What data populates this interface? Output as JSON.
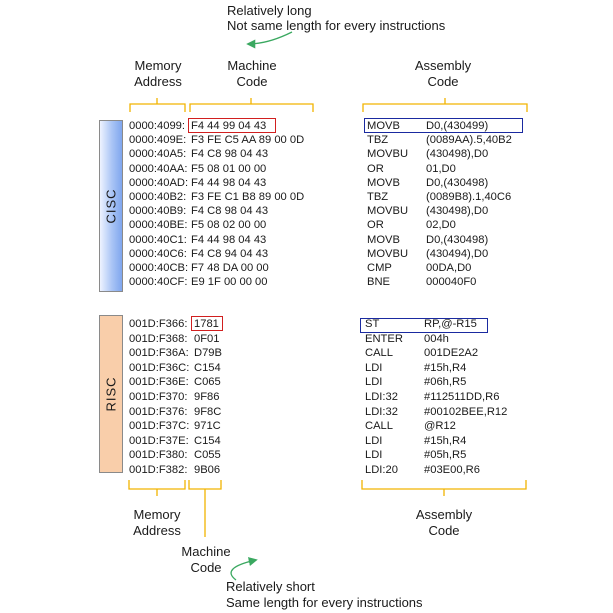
{
  "top": {
    "note_line1": "Relatively long",
    "note_line2": "Not same length for every instructions",
    "memory_address_label": [
      "Memory",
      "Address"
    ],
    "machine_code_label": [
      "Machine",
      "Code"
    ],
    "assembly_code_label": [
      "Assembly",
      "Code"
    ]
  },
  "cisc": {
    "label": "CISC",
    "rows": [
      {
        "addr": "0000:4099:",
        "code": "F4 44 99 04 43",
        "op": "MOVB",
        "args": "D0,(430499)"
      },
      {
        "addr": "0000:409E:",
        "code": "F3 FE C5 AA 89 00 0D",
        "op": "TBZ",
        "args": "(0089AA).5,40B2"
      },
      {
        "addr": "0000:40A5:",
        "code": "F4 C8 98 04 43",
        "op": "MOVBU",
        "args": "(430498),D0"
      },
      {
        "addr": "0000:40AA:",
        "code": "F5 08 01 00 00",
        "op": "OR",
        "args": "01,D0"
      },
      {
        "addr": "0000:40AD:",
        "code": "F4 44 98 04 43",
        "op": "MOVB",
        "args": "D0,(430498)"
      },
      {
        "addr": "0000:40B2:",
        "code": "F3 FE C1 B8 89 00 0D",
        "op": "TBZ",
        "args": "(0089B8).1,40C6"
      },
      {
        "addr": "0000:40B9:",
        "code": "F4 C8 98 04 43",
        "op": "MOVBU",
        "args": "(430498),D0"
      },
      {
        "addr": "0000:40BE:",
        "code": "F5 08 02 00 00",
        "op": "OR",
        "args": "02,D0"
      },
      {
        "addr": "0000:40C1:",
        "code": "F4 44 98 04 43",
        "op": "MOVB",
        "args": "D0,(430498)"
      },
      {
        "addr": "0000:40C6:",
        "code": "F4 C8 94 04 43",
        "op": "MOVBU",
        "args": "(430494),D0"
      },
      {
        "addr": "0000:40CB:",
        "code": "F7 48 DA 00 00",
        "op": "CMP",
        "args": "00DA,D0"
      },
      {
        "addr": "0000:40CF:",
        "code": "E9 1F 00 00 00",
        "op": "BNE",
        "args": "000040F0"
      }
    ]
  },
  "risc": {
    "label": "RISC",
    "rows": [
      {
        "addr": "001D:F366:",
        "code": "1781",
        "op": "ST",
        "args": "RP,@-R15"
      },
      {
        "addr": "001D:F368:",
        "code": "0F01",
        "op": "ENTER",
        "args": "004h"
      },
      {
        "addr": "001D:F36A:",
        "code": "D79B",
        "op": "CALL",
        "args": "001DE2A2"
      },
      {
        "addr": "001D:F36C:",
        "code": "C154",
        "op": "LDI",
        "args": "#15h,R4"
      },
      {
        "addr": "001D:F36E:",
        "code": "C065",
        "op": "LDI",
        "args": "#06h,R5"
      },
      {
        "addr": "001D:F370:",
        "code": "9F86",
        "op": "LDI:32",
        "args": "#112511DD,R6"
      },
      {
        "addr": "001D:F376:",
        "code": "9F8C",
        "op": "LDI:32",
        "args": "#00102BEE,R12"
      },
      {
        "addr": "001D:F37C:",
        "code": "971C",
        "op": "CALL",
        "args": "@R12"
      },
      {
        "addr": "001D:F37E:",
        "code": "C154",
        "op": "LDI",
        "args": "#15h,R4"
      },
      {
        "addr": "001D:F380:",
        "code": "C055",
        "op": "LDI",
        "args": "#05h,R5"
      },
      {
        "addr": "001D:F382:",
        "code": "9B06",
        "op": "LDI:20",
        "args": "#03E00,R6"
      }
    ]
  },
  "bottom": {
    "memory_address_label": [
      "Memory",
      "Address"
    ],
    "machine_code_label": [
      "Machine",
      "Code"
    ],
    "assembly_code_label": [
      "Assembly",
      "Code"
    ],
    "note_line1": "Relatively short",
    "note_line2": "Same length for every instructions"
  },
  "colors": {
    "bracket": "#f2b400",
    "highlight_red": "#d11f1f",
    "highlight_blue": "#1a2aa0",
    "arrow": "#3aa860",
    "risc_bar": "#f9ceaa",
    "cisc_bar": "#8fb2f0"
  }
}
